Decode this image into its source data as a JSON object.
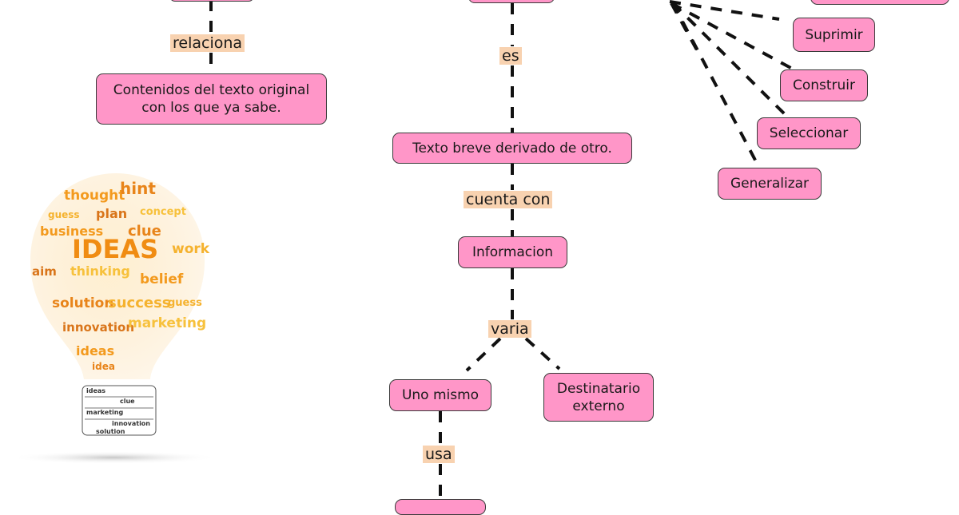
{
  "colors": {
    "concept_fill": "#ff96c8",
    "concept_border": "#3a3a3a",
    "linking_phrase_bg": "#f8d2b0",
    "connector_line": "#111111"
  },
  "concepts": {
    "contenidos": "Contenidos del texto original\ncon los que ya sabe.",
    "texto_breve": "Texto breve derivado de otro.",
    "informacion": "Informacion",
    "uno_mismo": "Uno mismo",
    "destinatario": "Destinatario\nexterno",
    "suprimir": "Suprimir",
    "construir": "Construir",
    "seleccionar": "Seleccionar",
    "generalizar": "Generalizar"
  },
  "linking_phrases": {
    "relaciona": "relaciona",
    "es": "es",
    "cuenta_con": "cuenta con",
    "varia": "varia",
    "usa": "usa"
  },
  "illustration": {
    "icon": "lightbulb-word-cloud-icon",
    "headline_word": "IDEAS",
    "words": [
      "thought",
      "hint",
      "guess",
      "plan",
      "concept",
      "business",
      "clue",
      "work",
      "aim",
      "thinking",
      "belief",
      "solution",
      "success",
      "innovation",
      "marketing",
      "ideas",
      "idea",
      "guess"
    ],
    "base_words": [
      "ideas",
      "clue",
      "marketing",
      "innovation",
      "solution"
    ]
  }
}
